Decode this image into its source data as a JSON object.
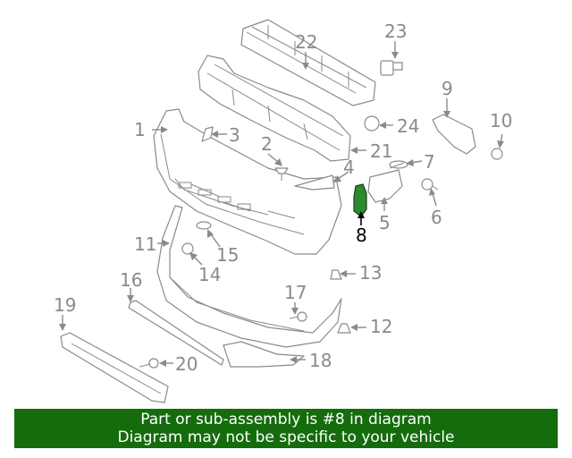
{
  "diagram": {
    "callouts": [
      "1",
      "2",
      "3",
      "4",
      "5",
      "6",
      "7",
      "8",
      "9",
      "10",
      "11",
      "12",
      "13",
      "14",
      "15",
      "16",
      "17",
      "18",
      "19",
      "20",
      "21",
      "22",
      "23",
      "24"
    ],
    "highlighted": "8",
    "colors": {
      "line": "#8a8a8a",
      "highlight_part": "#2d8a2d",
      "banner_bg": "#146c0c",
      "banner_text": "#ffffff"
    }
  },
  "banner": {
    "line1": "Part or sub-assembly is #8 in diagram",
    "line2": "Diagram may not be specific to your vehicle"
  }
}
